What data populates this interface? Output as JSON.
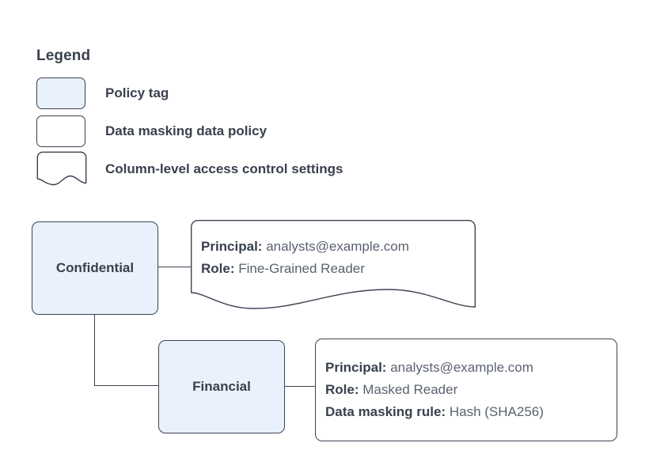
{
  "legend": {
    "title": "Legend",
    "items": [
      {
        "label": "Policy tag",
        "shape": "rounded-rect-filled",
        "swatch_icon": "policy-tag-swatch-icon"
      },
      {
        "label": "Data masking data policy",
        "shape": "rounded-rect",
        "swatch_icon": "data-masking-policy-swatch-icon"
      },
      {
        "label": "Column-level access control settings",
        "shape": "document-wave",
        "swatch_icon": "access-control-settings-swatch-icon"
      }
    ]
  },
  "diagram": {
    "nodes": [
      {
        "id": "confidential",
        "label": "Confidential"
      },
      {
        "id": "financial",
        "label": "Financial"
      }
    ],
    "callouts": [
      {
        "id": "confidential-access-control",
        "shape": "document-wave",
        "lines": [
          {
            "key": "Principal:",
            "value": "analysts@example.com"
          },
          {
            "key": "Role:",
            "value": "Fine-Grained Reader"
          }
        ]
      },
      {
        "id": "financial-masking-policy",
        "shape": "rounded-rect",
        "lines": [
          {
            "key": "Principal:",
            "value": "analysts@example.com"
          },
          {
            "key": "Role:",
            "value": "Masked Reader"
          },
          {
            "key": "Data masking rule:",
            "value": "Hash (SHA256)"
          }
        ]
      }
    ],
    "connectors": [
      {
        "from": "confidential",
        "to": "confidential-access-control"
      },
      {
        "from": "confidential",
        "to": "financial"
      },
      {
        "from": "financial",
        "to": "financial-masking-policy"
      }
    ]
  },
  "colors": {
    "node_fill": "#e9f1fd",
    "stroke": "#3c4351",
    "text": "#39404e",
    "value_text": "#5a6270",
    "background": "#ffffff"
  }
}
